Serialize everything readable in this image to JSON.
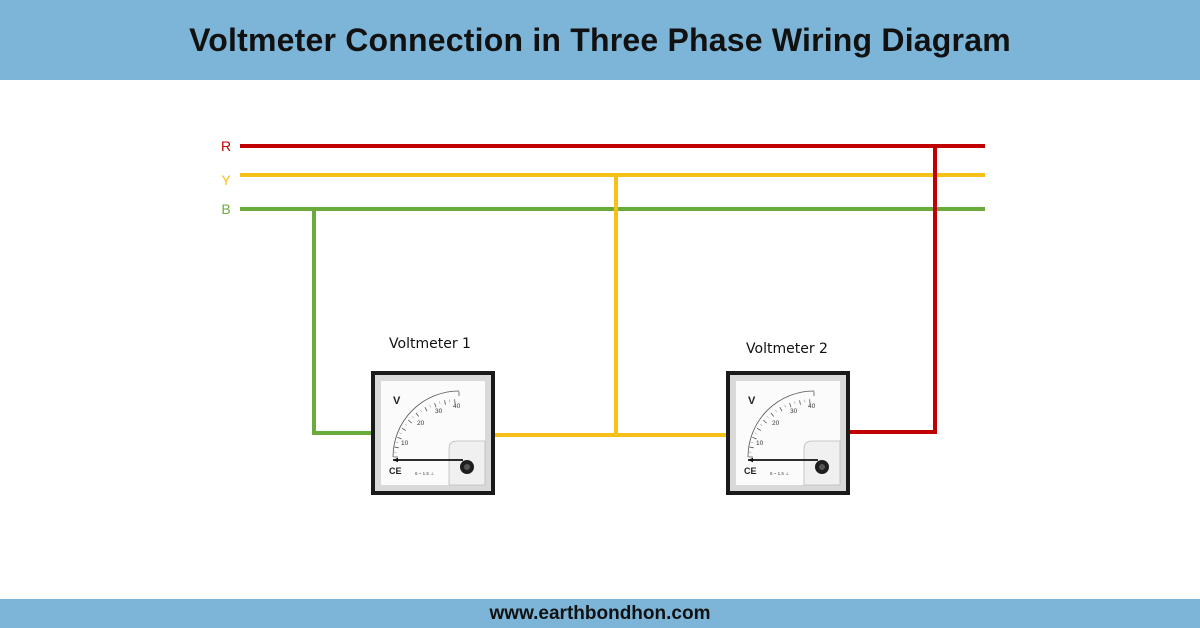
{
  "header": {
    "title": "Voltmeter Connection in Three Phase Wiring Diagram"
  },
  "footer": {
    "url": "www.earthbondhon.com"
  },
  "phases": [
    {
      "label": "R",
      "color": "#c00000"
    },
    {
      "label": "Y",
      "color": "#f5c018"
    },
    {
      "label": "B",
      "color": "#6aab3c"
    }
  ],
  "meters": [
    {
      "label": "Voltmeter 1",
      "connects": [
        "B",
        "Y"
      ]
    },
    {
      "label": "Voltmeter 2",
      "connects": [
        "Y",
        "R"
      ]
    }
  ],
  "dial": {
    "unit": "V",
    "scale": [
      "10",
      "20",
      "30",
      "40"
    ],
    "mark": "CE",
    "spec": "6 ~ 1.5 ⊥"
  }
}
